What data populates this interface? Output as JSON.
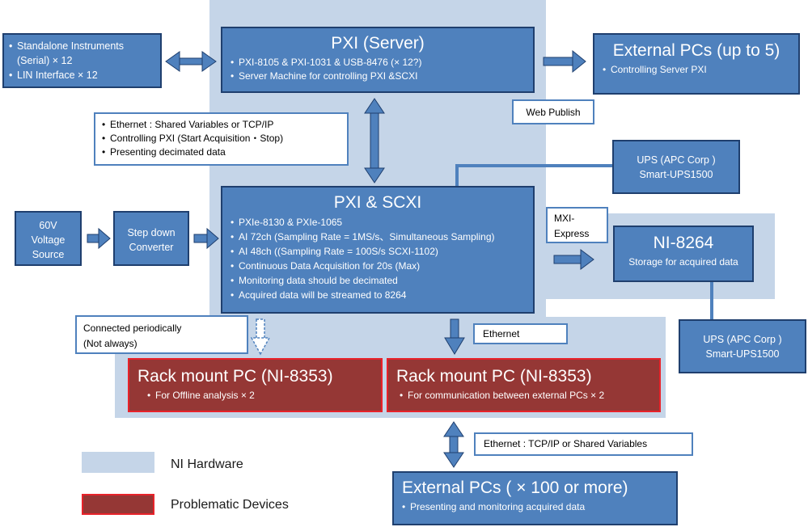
{
  "nodes": {
    "standalone": {
      "lines": [
        "Standalone Instruments (Serial) × 12",
        "LIN Interface × 12"
      ]
    },
    "pxi_server": {
      "title": "PXI (Server)",
      "lines": [
        "PXI-8105 & PXI-1031 & USB-8476 (× 12?)",
        "Server Machine for controlling PXI &SCXI"
      ]
    },
    "ext_pcs_5": {
      "title": "External PCs (up to 5)",
      "lines": [
        "Controlling Server PXI"
      ]
    },
    "web_publish": "Web Publish",
    "ethernet_note": {
      "lines": [
        "Ethernet : Shared Variables or TCP/IP",
        "Controlling PXI (Start Acquisition・Stop)",
        "Presenting decimated data"
      ]
    },
    "ups1": {
      "line1": "UPS (APC Corp )",
      "line2": "Smart-UPS1500"
    },
    "voltage": {
      "line1": "60V",
      "line2": "Voltage",
      "line3": "Source"
    },
    "stepdown": {
      "line1": "Step down",
      "line2": "Converter"
    },
    "pxi_scxi": {
      "title": "PXI & SCXI",
      "lines": [
        "PXIe-8130 & PXIe-1065",
        "AI 72ch (Sampling Rate = 1MS/s、Simultaneous Sampling)",
        "AI 48ch ((Sampling Rate =  100S/s SCXI-1102)",
        "Continuous Data Acquisition for 20s (Max)",
        "Monitoring data should be decimated",
        "Acquired data will be streamed to 8264"
      ]
    },
    "mxi": {
      "line1": "MXI-",
      "line2": "Express"
    },
    "ni8264": {
      "title": "NI-8264",
      "sub": "Storage for acquired data"
    },
    "ups2": {
      "line1": "UPS (APC Corp )",
      "line2": "Smart-UPS1500"
    },
    "connected": {
      "line1": "Connected periodically",
      "line2": "(Not always)"
    },
    "ethernet_label": "Ethernet",
    "rack1": {
      "title": "Rack mount PC (NI-8353)",
      "sub": "For Offline analysis × 2"
    },
    "rack2": {
      "title": "Rack mount PC (NI-8353)",
      "sub": "For communication between external PCs × 2"
    },
    "ethernet_tcp": "Ethernet : TCP/IP or  Shared Variables",
    "ext_pcs_100": {
      "title": "External PCs ( × 100 or more)",
      "sub": "Presenting and monitoring acquired data"
    }
  },
  "legend": {
    "ni_hardware": "NI Hardware",
    "problematic": "Problematic Devices"
  },
  "colors": {
    "ni_hardware_bg": "#c5d5e8",
    "box_fill": "#4f81bd",
    "box_border": "#1f3f6e",
    "problem_fill": "#953735",
    "problem_border": "#e8222a",
    "arrow": "#3a6ea5"
  }
}
